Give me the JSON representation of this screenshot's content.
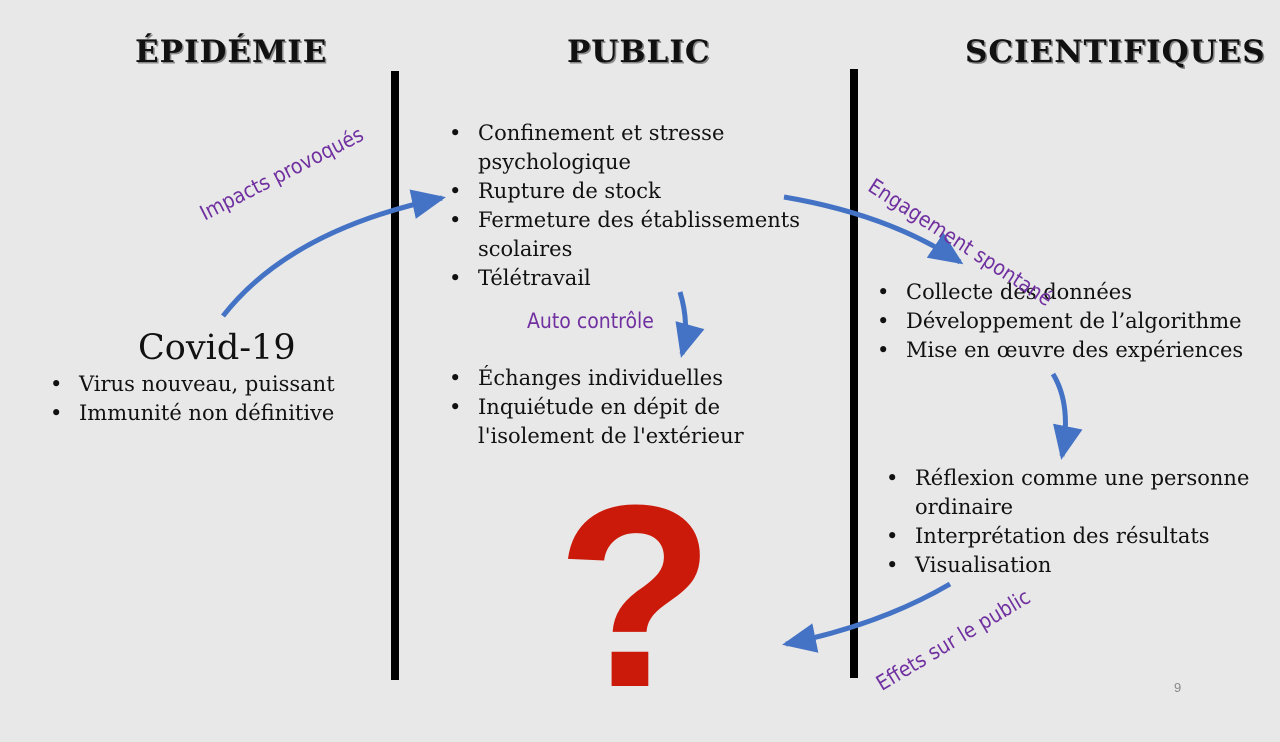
{
  "columns": {
    "epidemie": "ÉPIDÉMIE",
    "public": "PUBLIC",
    "scientifiques": "SCIENTIFIQUES"
  },
  "epidemie": {
    "title": "Covid-19",
    "items": [
      "Virus nouveau, puissant",
      "Immunité non définitive"
    ]
  },
  "public": {
    "top_items": [
      "Confinement et stresse psychologique",
      "Rupture de stock",
      "Fermeture des établissements scolaires",
      "Télétravail"
    ],
    "bottom_items": [
      "Échanges individuelles",
      "Inquiétude en dépit de l'isolement de l'extérieur"
    ]
  },
  "scientifiques": {
    "top_items": [
      "Collecte des données",
      "Développement de l’algorithme",
      "Mise en œuvre des expériences"
    ],
    "bottom_items": [
      "Réflexion comme une personne ordinaire",
      "Interprétation des résultats",
      "Visualisation"
    ]
  },
  "arrow_labels": {
    "impacts": "Impacts provoqués",
    "auto": "Auto contrôle",
    "engagement": "Engagement spontané",
    "effets": "Effets sur le public"
  },
  "question_mark": "?",
  "slide_number": "9",
  "colors": {
    "background": "#e8e8e8",
    "arrow": "#4472c4",
    "label": "#7030a0",
    "question": "#cc1a0a"
  }
}
